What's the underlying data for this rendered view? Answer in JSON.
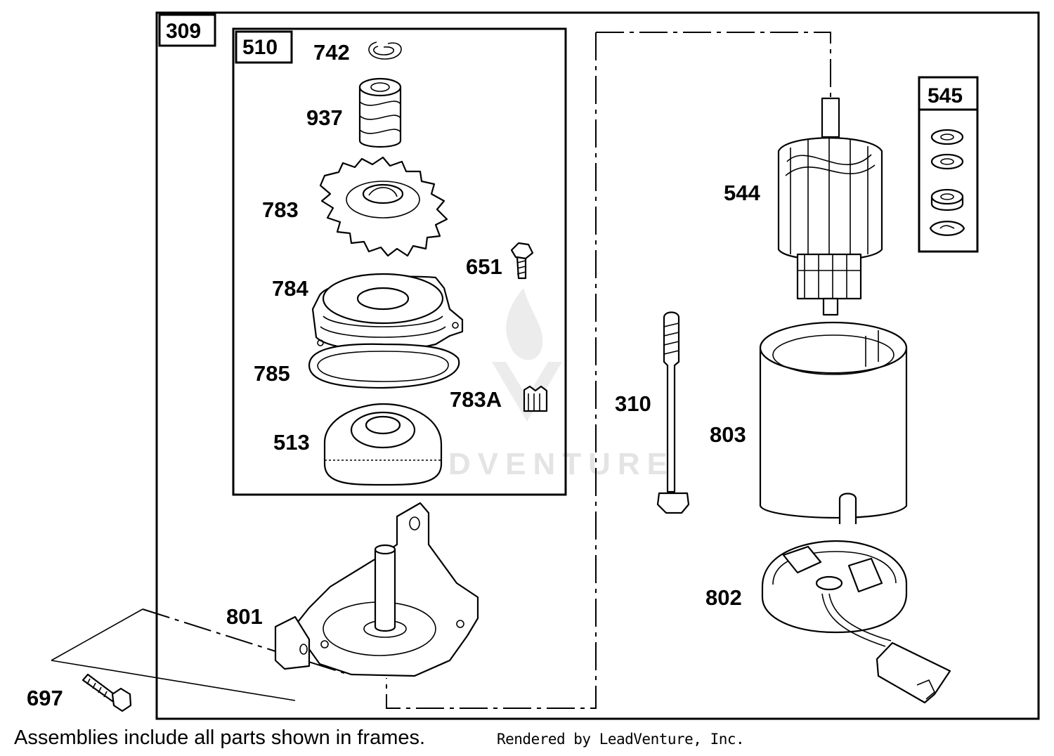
{
  "frames": {
    "outer": "309",
    "gear_assembly": "510",
    "washer_set": "545"
  },
  "parts": {
    "p742": "742",
    "p937": "937",
    "p783": "783",
    "p651": "651",
    "p784": "784",
    "p785": "785",
    "p783a": "783A",
    "p513": "513",
    "p801": "801",
    "p697": "697",
    "p310": "310",
    "p544": "544",
    "p803": "803",
    "p802": "802"
  },
  "watermark": "LEADVENTURE",
  "footer": {
    "note": "Assemblies include all parts shown in frames.",
    "credit": "Rendered by LeadVenture, Inc."
  }
}
